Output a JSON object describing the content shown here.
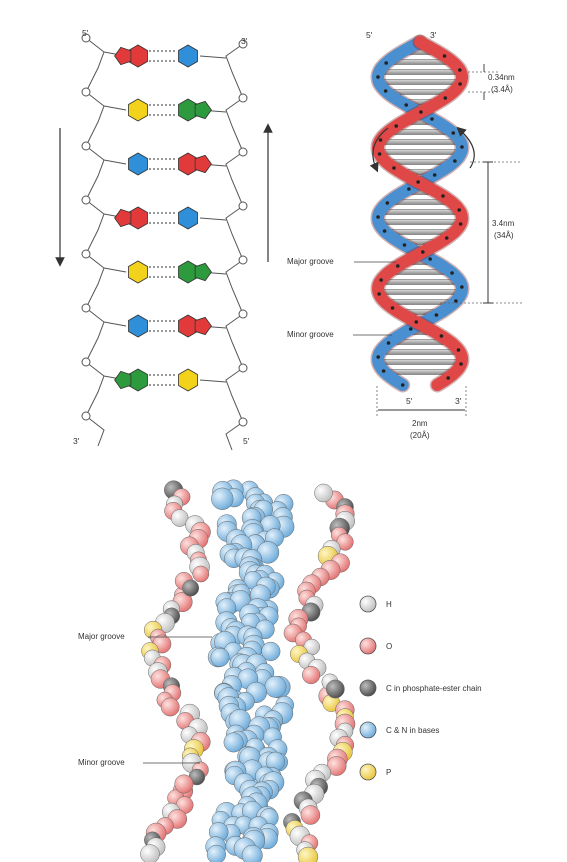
{
  "ladder": {
    "top_left": "5'",
    "top_right": "3'",
    "bottom_left": "3'",
    "bottom_right": "5'",
    "pairs": [
      {
        "left": "red",
        "right": "blue"
      },
      {
        "left": "yellow",
        "right": "green"
      },
      {
        "left": "blue",
        "right": "red"
      },
      {
        "left": "red",
        "right": "blue"
      },
      {
        "left": "yellow",
        "right": "green"
      },
      {
        "left": "blue",
        "right": "red"
      },
      {
        "left": "green",
        "right": "yellow"
      }
    ]
  },
  "helix": {
    "top_left": "5'",
    "top_right": "3'",
    "rise_value": "0.34nm",
    "rise_alt": "(3.4Å)",
    "pitch_value": "3.4nm",
    "pitch_alt": "(34Å)",
    "major_groove": "Major groove",
    "minor_groove": "Minor groove",
    "bottom_left": "5'",
    "bottom_right": "3'",
    "width_value": "2nm",
    "width_alt": "(20Å)"
  },
  "space_fill": {
    "major_groove": "Major groove",
    "minor_groove": "Minor groove",
    "legend": [
      {
        "symbol": "H",
        "label": "H",
        "color": "#e8e8e8"
      },
      {
        "symbol": "O",
        "label": "O",
        "color": "#f08080"
      },
      {
        "symbol": "C",
        "label": "C in phosphate-ester chain",
        "color": "#707070"
      },
      {
        "symbol": "CN",
        "label": "C & N in bases",
        "color": "#8ec3e6"
      },
      {
        "symbol": "P",
        "label": "P",
        "color": "#f5d85a"
      }
    ]
  },
  "colors": {
    "red": "#e23a3a",
    "blue": "#2f8fd8",
    "yellow": "#f2d21b",
    "green": "#2e9a3e",
    "strand_red": "#e04848",
    "strand_blue": "#4a8fd0"
  }
}
